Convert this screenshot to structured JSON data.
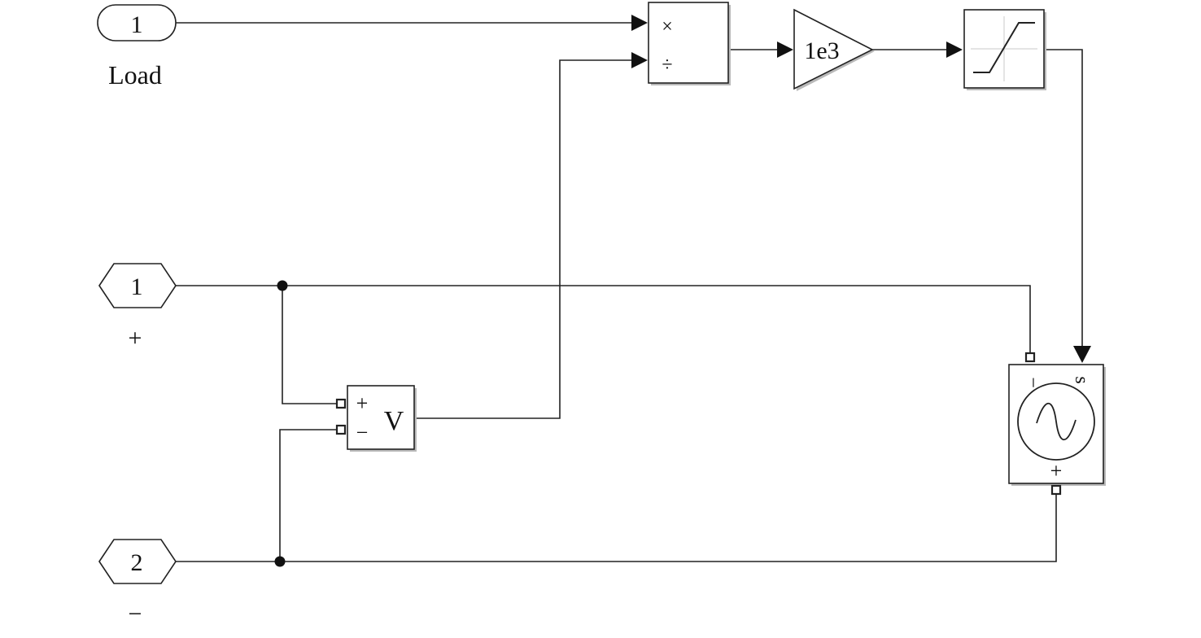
{
  "inports": {
    "load": {
      "number": "1",
      "label": "Load"
    },
    "plus": {
      "number": "1",
      "label": "+"
    },
    "minus": {
      "number": "2",
      "label": "−"
    }
  },
  "product": {
    "op_mul": "×",
    "op_div": "÷"
  },
  "gain": {
    "value": "1e3"
  },
  "voltmeter": {
    "plus": "+",
    "minus": "−",
    "label": "V"
  },
  "source": {
    "minus": "−",
    "plus": "+",
    "signal": "s"
  }
}
